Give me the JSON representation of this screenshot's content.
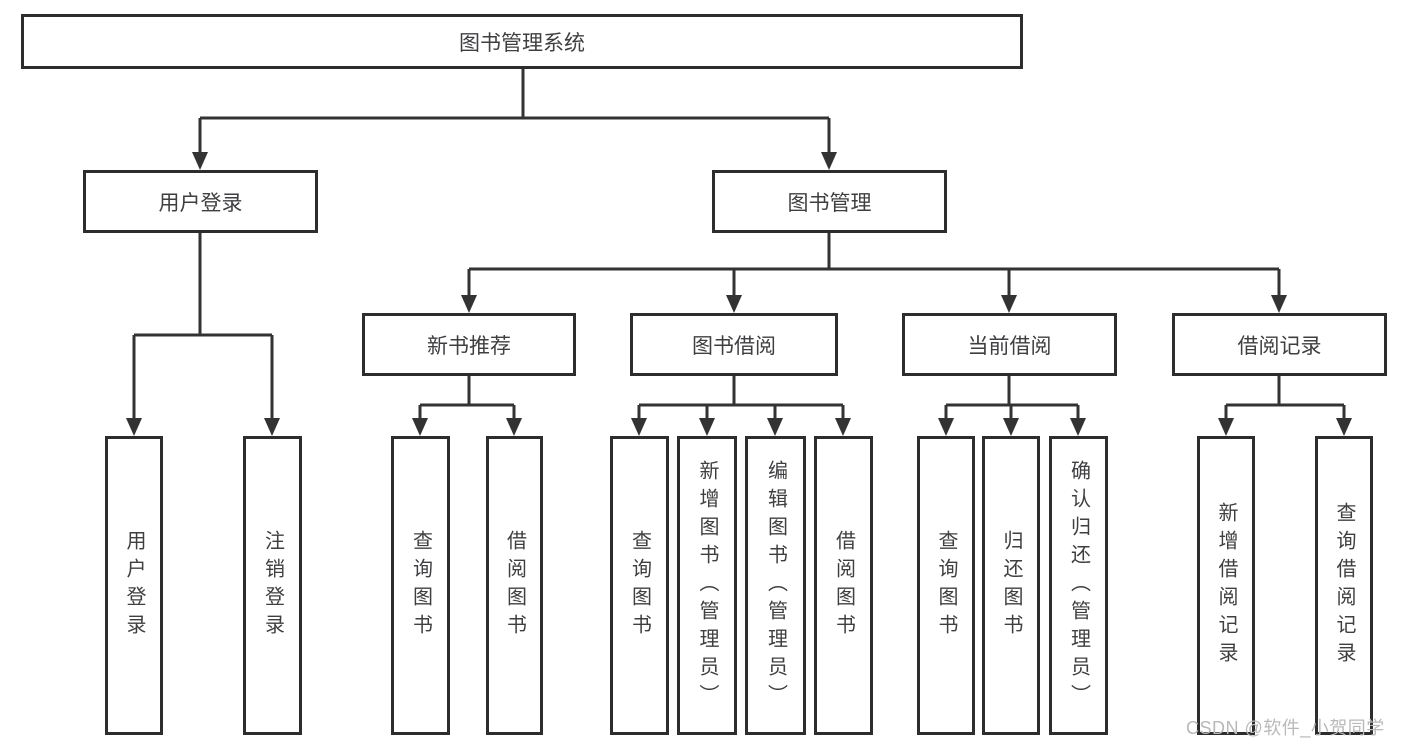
{
  "diagram": {
    "title": "图书管理系统",
    "type": "functional-structure-tree"
  },
  "nodes": {
    "root": "图书管理系统",
    "user_login_branch": "用户登录",
    "book_mgmt_branch": "图书管理",
    "new_book_branch": "新书推荐",
    "book_borrow_branch": "图书借阅",
    "current_borrow_branch": "当前借阅",
    "borrow_record_branch": "借阅记录",
    "leaf_user_login": "用户登录",
    "leaf_logout": "注销登录",
    "leaf_nb_query_book": "查询图书",
    "leaf_nb_borrow_book": "借阅图书",
    "leaf_bb_query_book": "查询图书",
    "leaf_bb_add_book": "新增图书（管理员）",
    "leaf_bb_edit_book": "编辑图书（管理员）",
    "leaf_bb_borrow_book": "借阅图书",
    "leaf_cb_query_book": "查询图书",
    "leaf_cb_return_book": "归还图书",
    "leaf_cb_confirm_return": "确认归还（管理员）",
    "leaf_br_add_record": "新增借阅记录",
    "leaf_br_query_record": "查询借阅记录"
  },
  "edges": [
    {
      "from": "root",
      "to": "user_login_branch"
    },
    {
      "from": "root",
      "to": "book_mgmt_branch"
    },
    {
      "from": "user_login_branch",
      "to": "leaf_user_login"
    },
    {
      "from": "user_login_branch",
      "to": "leaf_logout"
    },
    {
      "from": "book_mgmt_branch",
      "to": "new_book_branch"
    },
    {
      "from": "book_mgmt_branch",
      "to": "book_borrow_branch"
    },
    {
      "from": "book_mgmt_branch",
      "to": "current_borrow_branch"
    },
    {
      "from": "book_mgmt_branch",
      "to": "borrow_record_branch"
    },
    {
      "from": "new_book_branch",
      "to": "leaf_nb_query_book"
    },
    {
      "from": "new_book_branch",
      "to": "leaf_nb_borrow_book"
    },
    {
      "from": "book_borrow_branch",
      "to": "leaf_bb_query_book"
    },
    {
      "from": "book_borrow_branch",
      "to": "leaf_bb_add_book"
    },
    {
      "from": "book_borrow_branch",
      "to": "leaf_bb_edit_book"
    },
    {
      "from": "book_borrow_branch",
      "to": "leaf_bb_borrow_book"
    },
    {
      "from": "current_borrow_branch",
      "to": "leaf_cb_query_book"
    },
    {
      "from": "current_borrow_branch",
      "to": "leaf_cb_return_book"
    },
    {
      "from": "current_borrow_branch",
      "to": "leaf_cb_confirm_return"
    },
    {
      "from": "borrow_record_branch",
      "to": "leaf_br_add_record"
    },
    {
      "from": "borrow_record_branch",
      "to": "leaf_br_query_record"
    }
  ],
  "watermark": "CSDN @软件_小贺同学",
  "colors": {
    "line": "#333333",
    "box_border": "#2d2d2d",
    "text": "#3f3f42",
    "background": "#ffffff",
    "watermark": "#b9b9b9"
  }
}
